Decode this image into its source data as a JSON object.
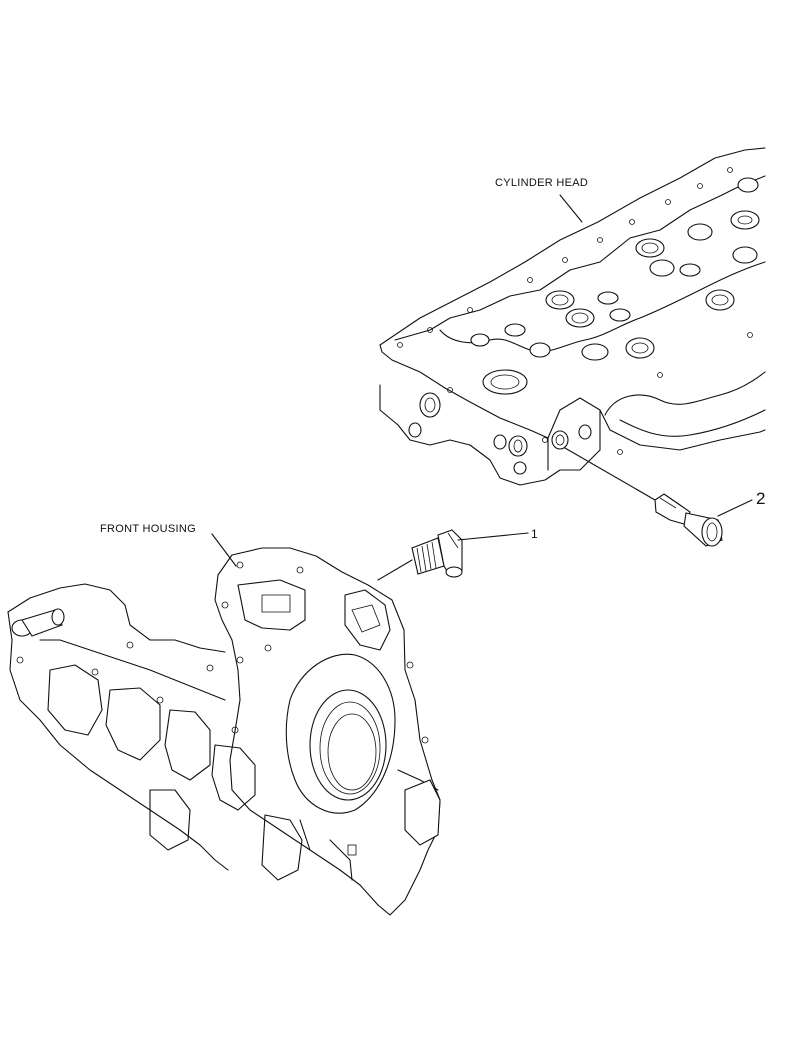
{
  "labels": {
    "cylinder_head": "CYLINDER HEAD",
    "front_housing": "FRONT HOUSING"
  },
  "callouts": {
    "item_1": "1",
    "item_2": "2"
  },
  "icons": {
    "drawing": "exploded-parts-line-drawing"
  }
}
